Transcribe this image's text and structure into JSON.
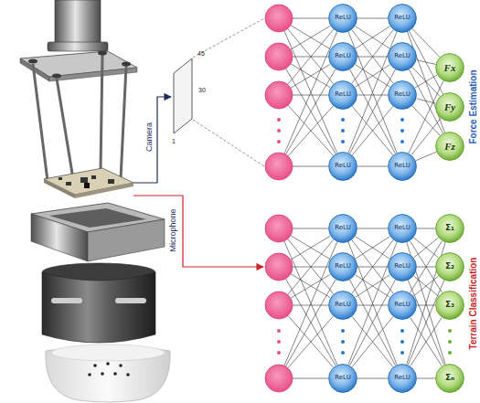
{
  "diagram": {
    "nodes": [
      {
        "text": [
          "ReLU"
        ]
      },
      {
        "text": [
          "ReLU"
        ]
      },
      {
        "text": [
          "ReLU"
        ]
      },
      {
        "text": [
          "ReLU"
        ]
      },
      {
        "text": [
          "ReLU"
        ]
      },
      {
        "text": [
          "ReLU"
        ]
      },
      {
        "text": [
          "ReLU"
        ]
      },
      {
        "text": [
          "ReLU"
        ]
      },
      {
        "text": [
          "Fx"
        ]
      },
      {
        "text": [
          "Fy"
        ]
      },
      {
        "text": [
          "Fz"
        ]
      },
      {
        "text": [
          "ReLU"
        ]
      },
      {
        "text": [
          "ReLU"
        ]
      },
      {
        "text": [
          "ReLU"
        ]
      },
      {
        "text": [
          "ReLU"
        ]
      },
      {
        "text": [
          "ReLU"
        ]
      },
      {
        "text": [
          "ReLU"
        ]
      },
      {
        "text": [
          "ReLU"
        ]
      },
      {
        "text": [
          "ReLU"
        ]
      },
      {
        "text": [
          "Σ₁"
        ]
      },
      {
        "text": [
          "Σ₂"
        ]
      },
      {
        "text": [
          "Σ₃"
        ]
      },
      {
        "text": [
          "Σₙ"
        ]
      }
    ],
    "edges": [
      {
        "from": 0,
        "to": 4,
        "arrow": "none"
      },
      {
        "from": 0,
        "to": 5,
        "arrow": "none"
      },
      {
        "from": 0,
        "to": 6,
        "arrow": "none"
      },
      {
        "from": 0,
        "to": 7,
        "arrow": "none"
      },
      {
        "from": 1,
        "to": 4,
        "arrow": "none"
      },
      {
        "from": 1,
        "to": 5,
        "arrow": "none"
      },
      {
        "from": 1,
        "to": 6,
        "arrow": "none"
      },
      {
        "from": 1,
        "to": 7,
        "arrow": "none"
      },
      {
        "from": 2,
        "to": 4,
        "arrow": "none"
      },
      {
        "from": 2,
        "to": 5,
        "arrow": "none"
      },
      {
        "from": 2,
        "to": 6,
        "arrow": "none"
      },
      {
        "from": 2,
        "to": 7,
        "arrow": "none"
      },
      {
        "from": 3,
        "to": 4,
        "arrow": "none"
      },
      {
        "from": 3,
        "to": 5,
        "arrow": "none"
      },
      {
        "from": 3,
        "to": 6,
        "arrow": "none"
      },
      {
        "from": 3,
        "to": 7,
        "arrow": "none"
      },
      {
        "from": 4,
        "to": 8,
        "arrow": "none"
      },
      {
        "from": 4,
        "to": 9,
        "arrow": "none"
      },
      {
        "from": 4,
        "to": 10,
        "arrow": "none"
      },
      {
        "from": 5,
        "to": 8,
        "arrow": "none"
      },
      {
        "from": 5,
        "to": 9,
        "arrow": "none"
      },
      {
        "from": 5,
        "to": 10,
        "arrow": "none"
      },
      {
        "from": 6,
        "to": 8,
        "arrow": "none"
      },
      {
        "from": 6,
        "to": 9,
        "arrow": "none"
      },
      {
        "from": 6,
        "to": 10,
        "arrow": "none"
      },
      {
        "from": 7,
        "to": 8,
        "arrow": "none"
      },
      {
        "from": 7,
        "to": 9,
        "arrow": "none"
      },
      {
        "from": 7,
        "to": 10,
        "arrow": "none"
      },
      {
        "from": 11,
        "to": 15,
        "arrow": "none"
      },
      {
        "from": 11,
        "to": 16,
        "arrow": "none"
      },
      {
        "from": 11,
        "to": 17,
        "arrow": "none"
      },
      {
        "from": 11,
        "to": 18,
        "arrow": "none"
      },
      {
        "from": 12,
        "to": 15,
        "arrow": "none"
      },
      {
        "from": 12,
        "to": 16,
        "arrow": "none"
      },
      {
        "from": 12,
        "to": 17,
        "arrow": "none"
      },
      {
        "from": 12,
        "to": 18,
        "arrow": "none"
      },
      {
        "from": 13,
        "to": 15,
        "arrow": "none"
      },
      {
        "from": 13,
        "to": 16,
        "arrow": "none"
      },
      {
        "from": 13,
        "to": 17,
        "arrow": "none"
      },
      {
        "from": 13,
        "to": 18,
        "arrow": "none"
      },
      {
        "from": 14,
        "to": 15,
        "arrow": "none"
      },
      {
        "from": 14,
        "to": 16,
        "arrow": "none"
      },
      {
        "from": 14,
        "to": 17,
        "arrow": "none"
      },
      {
        "from": 14,
        "to": 18,
        "arrow": "none"
      },
      {
        "from": 15,
        "to": 19,
        "arrow": "none"
      },
      {
        "from": 15,
        "to": 20,
        "arrow": "none"
      },
      {
        "from": 15,
        "to": 21,
        "arrow": "none"
      },
      {
        "from": 15,
        "to": 22,
        "arrow": "none"
      },
      {
        "from": 16,
        "to": 19,
        "arrow": "none"
      },
      {
        "from": 16,
        "to": 20,
        "arrow": "none"
      },
      {
        "from": 16,
        "to": 21,
        "arrow": "none"
      },
      {
        "from": 16,
        "to": 22,
        "arrow": "none"
      },
      {
        "from": 17,
        "to": 19,
        "arrow": "none"
      },
      {
        "from": 17,
        "to": 20,
        "arrow": "none"
      },
      {
        "from": 17,
        "to": 21,
        "arrow": "none"
      },
      {
        "from": 17,
        "to": 22,
        "arrow": "none"
      },
      {
        "from": 18,
        "to": 19,
        "arrow": "none"
      },
      {
        "from": 18,
        "to": 20,
        "arrow": "none"
      },
      {
        "from": 18,
        "to": 21,
        "arrow": "none"
      },
      {
        "from": 18,
        "to": 22,
        "arrow": "none"
      }
    ],
    "labels": [
      "Camera",
      "Microphone",
      "45",
      "30",
      "1",
      "Force Estimation",
      "Terrain Classification"
    ]
  }
}
